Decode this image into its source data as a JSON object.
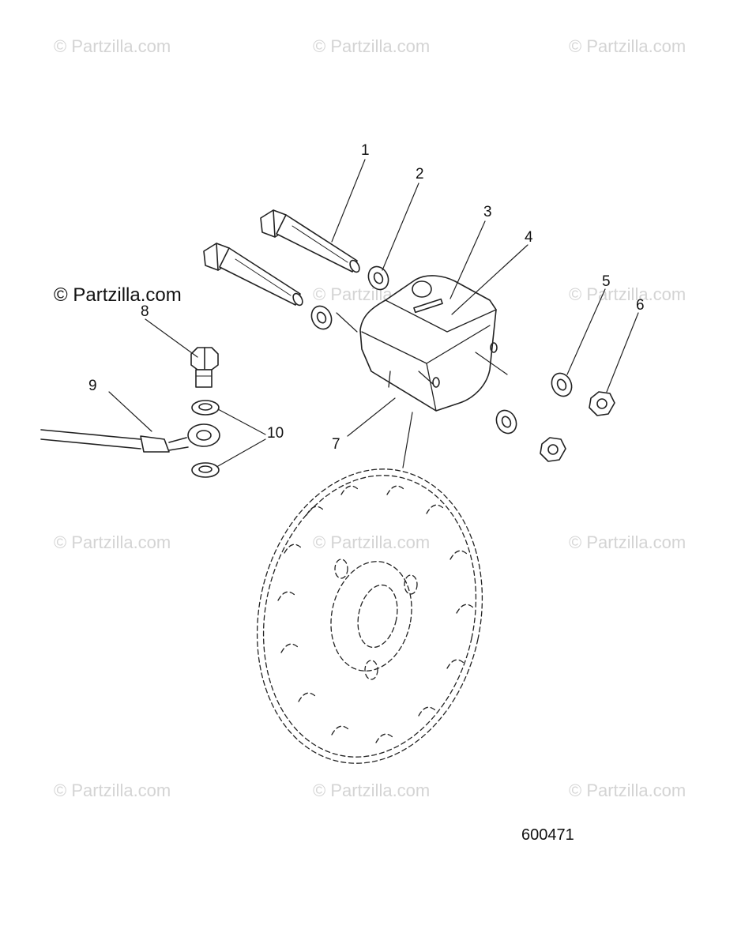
{
  "watermark": "© Partzilla.com",
  "watermark_main": "© Partzilla.com",
  "callouts": {
    "c1": "1",
    "c2": "2",
    "c3": "3",
    "c4": "4",
    "c5": "5",
    "c6": "6",
    "c7": "7",
    "c8": "8",
    "c9": "9",
    "c10": "10"
  },
  "figure_number": "600471"
}
